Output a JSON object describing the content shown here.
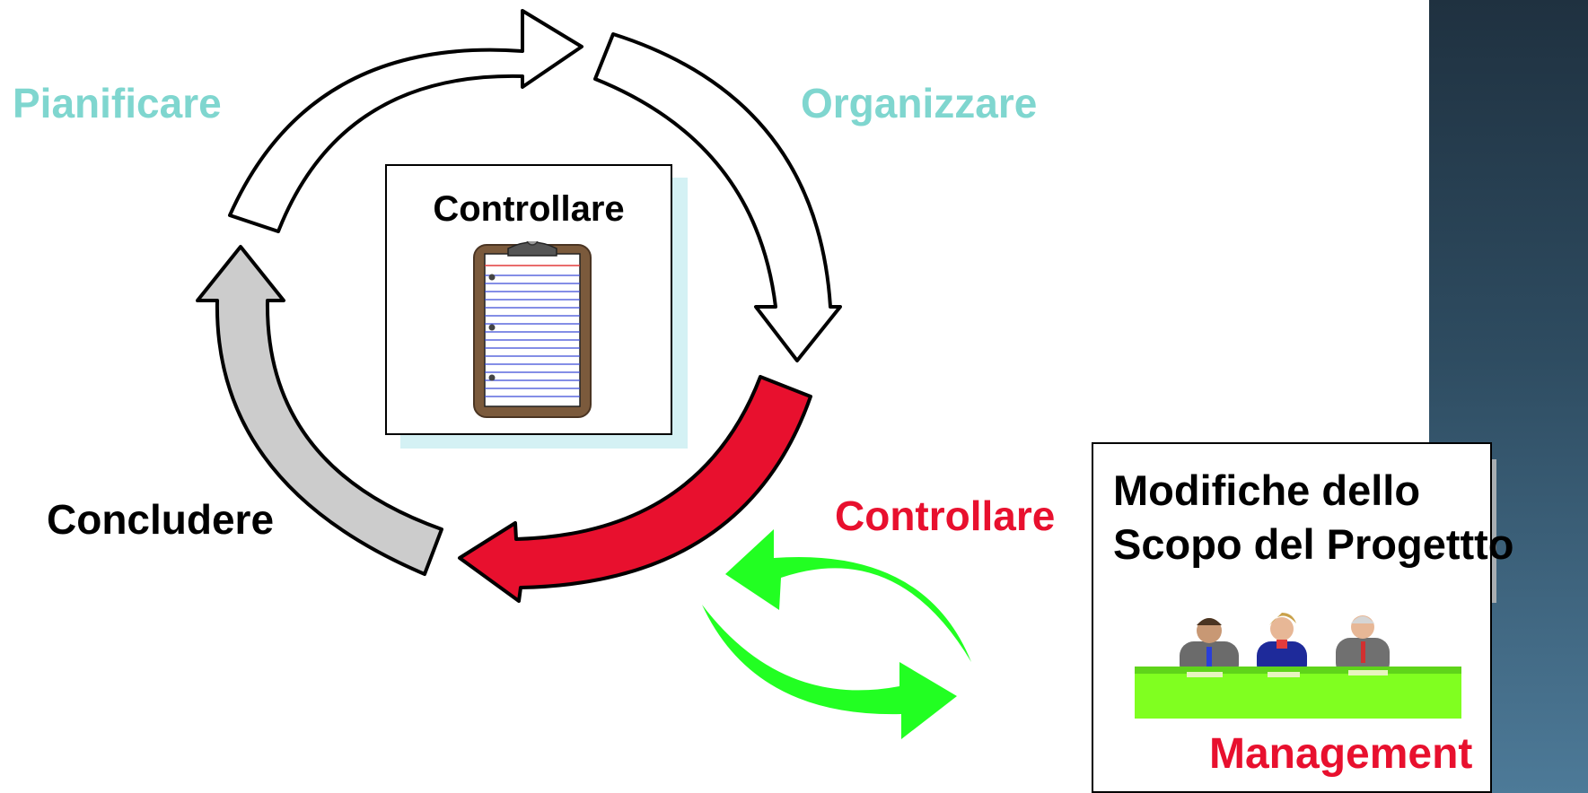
{
  "cycle": {
    "plan_label": "Pianificare",
    "organize_label": "Organizzare",
    "conclude_label": "Concludere",
    "control_label": "Controllare"
  },
  "clipboard_card": {
    "title": "Controllare"
  },
  "management_box": {
    "title_line1": "Modifiche dello",
    "title_line2": "Scopo del Progettto",
    "footer": "Management"
  },
  "background_panel": {
    "ghost_text": "tto"
  },
  "colors": {
    "teal_label": "#7fd6cf",
    "red_accent": "#e8102e",
    "green_arrows": "#22ff22",
    "gray_arrow": "#cccccc",
    "table_green": "#80ff20"
  }
}
